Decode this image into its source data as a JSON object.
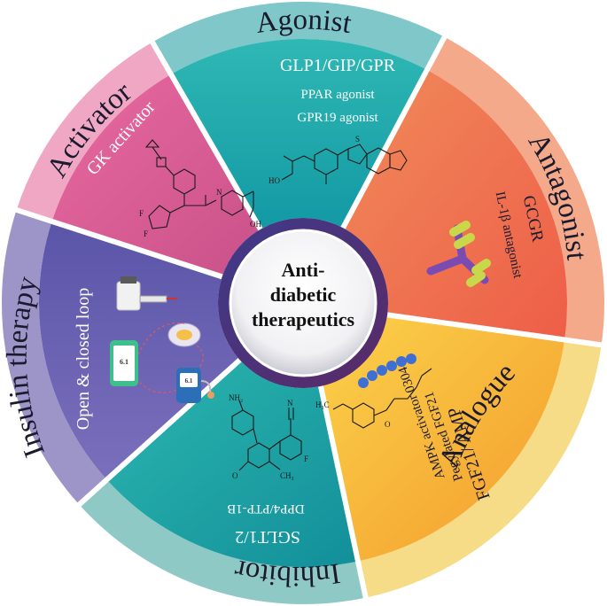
{
  "center": {
    "line1": "Anti-",
    "line2": "diabetic",
    "line3": "therapeutics"
  },
  "segments": [
    {
      "id": "agonist",
      "title": "Agonist",
      "lines": [
        "GLP1/GIP/GPR",
        "PPAR agonist",
        "GPR19 agonist"
      ],
      "outer_color": "#7fc7c9",
      "inner_color": "#1fb3b3"
    },
    {
      "id": "antagonist",
      "title": "Antagonist",
      "lines": [
        "GCGR",
        "IL-1β antagonist"
      ],
      "outer_color": "#f4a98a",
      "inner_color": "#f07a4a"
    },
    {
      "id": "analogue",
      "title": "Analogue",
      "lines": [
        "FGF21/ AMP",
        "Pegylated FGF21",
        "AMPK activator 0304"
      ],
      "outer_color": "#f6dc86",
      "inner_color": "#f7b733"
    },
    {
      "id": "inhibitor",
      "title": "Inhibitor",
      "lines": [
        "SGLT1/2",
        "DPP4/PTP-1B"
      ],
      "outer_color": "#8fc9c6",
      "inner_color": "#16a9a6"
    },
    {
      "id": "insulin-therapy",
      "title": "Insulin therapy",
      "lines": [
        "Open & closed loop"
      ],
      "outer_color": "#9d94c7",
      "inner_color": "#6a5fb0"
    },
    {
      "id": "activator",
      "title": "Activator",
      "lines": [
        "GK activator"
      ],
      "outer_color": "#f0a7c3",
      "inner_color": "#e2659a"
    }
  ],
  "molecule_labels": {
    "inhibitor_nh2": "NH₂",
    "inhibitor_ch3": "CH₃",
    "inhibitor_f": "F",
    "inhibitor_o": "O",
    "inhibitor_n": "N",
    "activator_f1": "F",
    "activator_f2": "F",
    "activator_oh": "OH",
    "activator_n": "N",
    "agonist_s": "S",
    "agonist_oh": "HO",
    "analogue_h3c": "H₃C",
    "analogue_o": "O"
  },
  "device_labels": {
    "phone": "6.1",
    "pump": "6.1"
  }
}
